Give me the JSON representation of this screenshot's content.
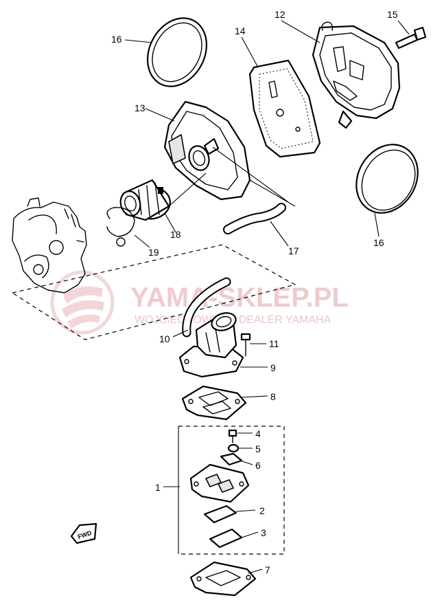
{
  "callouts": {
    "c16a": "16",
    "c12": "12",
    "c15": "15",
    "c14": "14",
    "c13": "13",
    "c18": "18",
    "c19": "19",
    "c17": "17",
    "c16b": "16",
    "c10": "10",
    "c11": "11",
    "c9": "9",
    "c8": "8",
    "c4": "4",
    "c5": "5",
    "c6": "6",
    "c1": "1",
    "c2": "2",
    "c3": "3",
    "c7": "7"
  },
  "watermark": {
    "main": "YAMA-SKLEP.PL",
    "sub": "WOJCIECHOWICZ | DEALER YAMAHA",
    "color": "#e9b6b6"
  },
  "direction_marker": "FWD"
}
